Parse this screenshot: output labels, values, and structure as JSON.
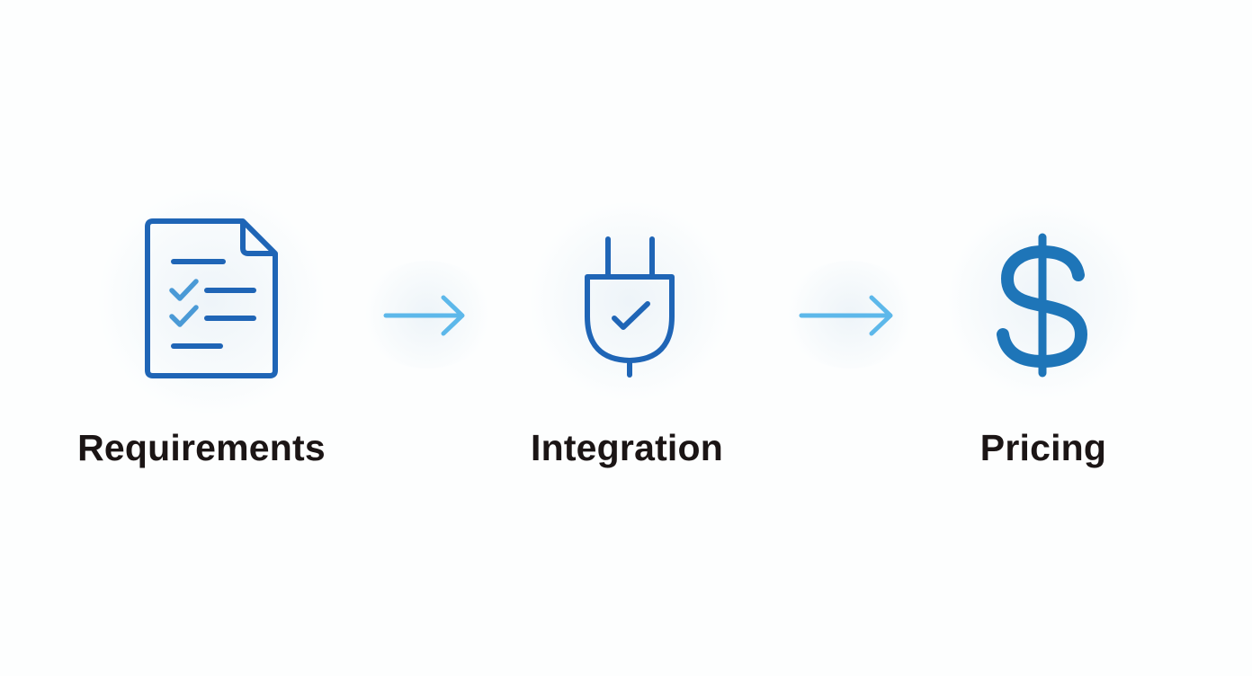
{
  "steps": [
    {
      "label": "Requirements",
      "icon": "checklist-document-icon"
    },
    {
      "label": "Integration",
      "icon": "plug-check-icon"
    },
    {
      "label": "Pricing",
      "icon": "dollar-sign-icon"
    }
  ],
  "connectors": [
    {
      "from": "Requirements",
      "to": "Integration",
      "icon": "arrow-right-icon"
    },
    {
      "from": "Integration",
      "to": "Pricing",
      "icon": "arrow-right-icon"
    }
  ],
  "colors": {
    "icon_blue": "#1f65b6",
    "dollar_blue": "#1e75b8",
    "check_blue": "#4a9ad6",
    "arrow_blue": "#5db8ea",
    "label_text": "#1b1515",
    "background": "#fdfefe"
  }
}
